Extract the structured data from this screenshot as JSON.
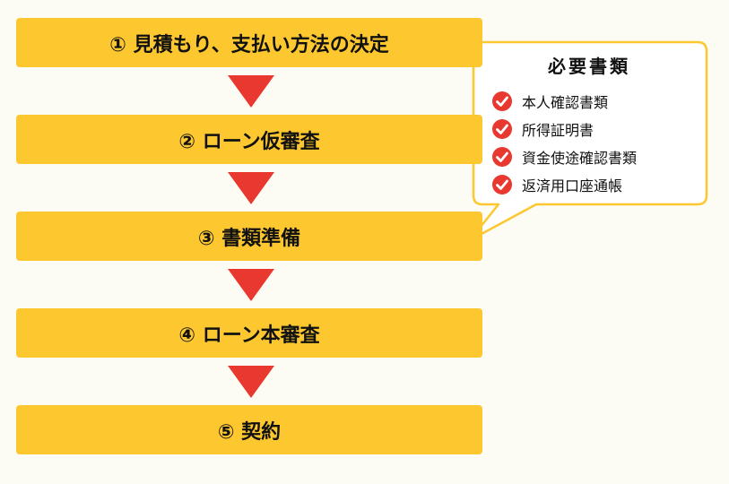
{
  "steps": [
    {
      "label": "① 見積もり、支払い方法の決定"
    },
    {
      "label": "② ローン仮審査"
    },
    {
      "label": "③ 書類準備"
    },
    {
      "label": "④ ローン本審査"
    },
    {
      "label": "⑤ 契約"
    }
  ],
  "callout": {
    "title": "必要書類",
    "items": [
      "本人確認書類",
      "所得証明書",
      "資金使途確認書類",
      "返済用口座通帳"
    ]
  },
  "colors": {
    "background": "#fdfcf4",
    "step_fill": "#fcc72f",
    "arrow": "#e8382f",
    "check": "#e8382f",
    "callout_border": "#fcc72f"
  },
  "icons": {
    "check": "check-circle-icon",
    "arrow": "down-triangle-arrow"
  }
}
